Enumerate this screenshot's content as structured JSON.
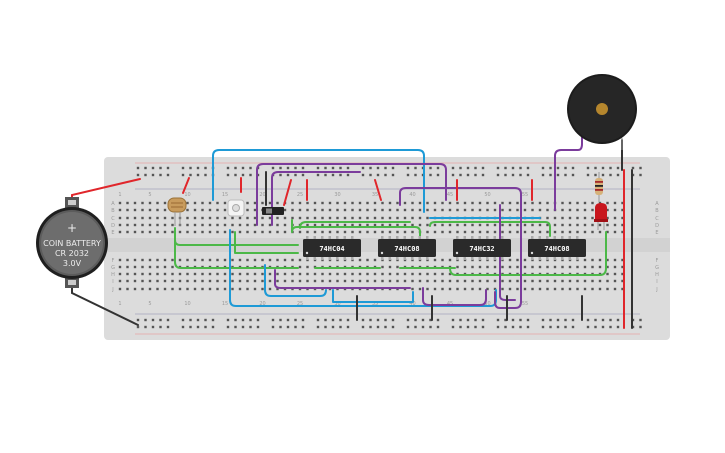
{
  "battery": {
    "line1": "COIN BATTERY",
    "line2": "CR 2032",
    "line3": "3.0V",
    "plus": "+"
  },
  "chips": [
    {
      "label": "74HC04"
    },
    {
      "label": "74HC08"
    },
    {
      "label": "74HC32"
    },
    {
      "label": "74HC08"
    }
  ],
  "breadboard": {
    "column_numbers": [
      "1",
      "5",
      "10",
      "15",
      "20",
      "25",
      "30",
      "35",
      "40",
      "45",
      "50",
      "55"
    ],
    "row_letters_top": [
      "A",
      "B",
      "C",
      "D",
      "E"
    ],
    "row_letters_bottom": [
      "F",
      "G",
      "H",
      "I",
      "J"
    ]
  },
  "colors": {
    "board": "#dddddd",
    "wire_red": "#e0262b",
    "wire_blue": "#1e9ad6",
    "wire_purple": "#7b3c9c",
    "wire_green": "#4cb848",
    "wire_black": "#333333",
    "chip": "#2a2a2a",
    "led": "#c8161d"
  }
}
